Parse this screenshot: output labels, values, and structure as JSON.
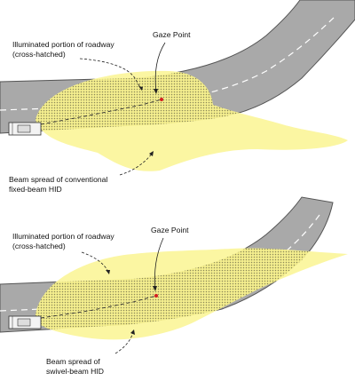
{
  "diagram_top": {
    "illuminated_label_line1": "Illuminated portion of roadway",
    "illuminated_label_line2": "(cross-hatched)",
    "gaze_point_label": "Gaze Point",
    "beam_label_line1": "Beam spread of conventional",
    "beam_label_line2": "fixed-beam HID"
  },
  "diagram_bottom": {
    "illuminated_label_line1": "Illuminated portion of roadway",
    "illuminated_label_line2": "(cross-hatched)",
    "gaze_point_label": "Gaze Point",
    "beam_label_line1": "Beam spread of",
    "beam_label_line2": "swivel-beam HID"
  },
  "colors": {
    "road_fill": "#a9a9a9",
    "road_edge": "#555555",
    "lane_marking": "#ffffff",
    "beam_fill": "#fbf6a2",
    "hatch": "#8c8a58",
    "gaze_marker": "#d42020"
  }
}
